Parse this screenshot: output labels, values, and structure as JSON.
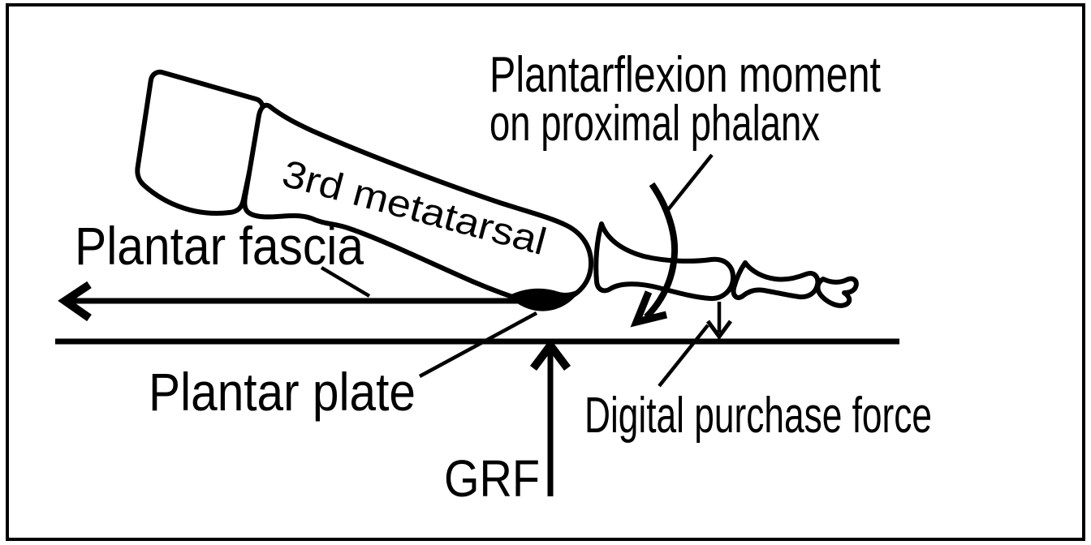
{
  "figure": {
    "type": "biomechanics-line-diagram",
    "colors": {
      "ink": "#000000",
      "background": "#ffffff"
    },
    "labels": {
      "moment_line1": "Plantarflexion moment",
      "moment_line2": "on proximal phalanx",
      "metatarsal": "3rd metatarsal",
      "plantar_fascia": "Plantar fascia",
      "plantar_plate": "Plantar plate",
      "grf": "GRF",
      "digital_purchase": "Digital purchase force"
    },
    "elements": {
      "bones": [
        "cuneiform",
        "3rd metatarsal",
        "proximal phalanx",
        "middle phalanx",
        "distal phalanx"
      ],
      "forces": [
        "plantar fascia tension (left arrow)",
        "ground reaction force (up arrow)",
        "digital purchase force (small down arrow)",
        "plantarflexion moment (curved arrow)"
      ],
      "ground": "horizontal ground line"
    }
  }
}
